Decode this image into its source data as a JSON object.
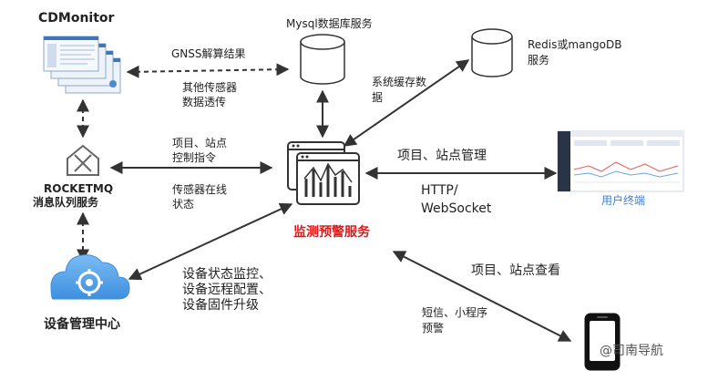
{
  "colors": {
    "arrow": "#333333",
    "db_stroke": "#333333",
    "cloud_fill": "#5aa6ea",
    "main_service_label": "#e01818",
    "user_terminal_label": "#3a7fd6"
  },
  "nodes": {
    "cdmonitor": {
      "label": "CDMonitor",
      "icon": "monitor-windows-icon"
    },
    "mysql": {
      "label": "Mysql数据库服务",
      "icon": "database-icon"
    },
    "redis": {
      "label_line1": "Redis或mangoDB",
      "label_line2": "服务",
      "icon": "database-icon"
    },
    "rocketmq": {
      "label_line1": "ROCKETMQ",
      "label_line2": "消息队列服务",
      "icon": "house-tools-icon"
    },
    "main_service": {
      "label": "监测预警服务",
      "icon": "monitoring-server-icon"
    },
    "user_terminal": {
      "label": "用户终端",
      "icon": "dashboard-screen-icon"
    },
    "device_center": {
      "label": "设备管理中心",
      "icon": "cloud-gear-icon"
    },
    "mobile": {
      "icon": "smartphone-icon"
    }
  },
  "edge_labels": {
    "gnss": "GNSS解算结果",
    "sensor_line1": "其他传感器",
    "sensor_line2": "数据透传",
    "cache_line1": "系统缓存数",
    "cache_line2": "据",
    "control_line1": "项目、站点",
    "control_line2": "控制指令",
    "online_line1": "传感器在线",
    "online_line2": "状态",
    "site_mgmt": "项目、站点管理",
    "http_line1": "HTTP/",
    "http_line2": "WebSocket",
    "device_line1": "设备状态监控、",
    "device_line2": "设备远程配置、",
    "device_line3": "设备固件升级",
    "site_view": "项目、站点查看",
    "sms_line1": "短信、小程序",
    "sms_line2": "预警"
  },
  "watermark": "@司南导航"
}
